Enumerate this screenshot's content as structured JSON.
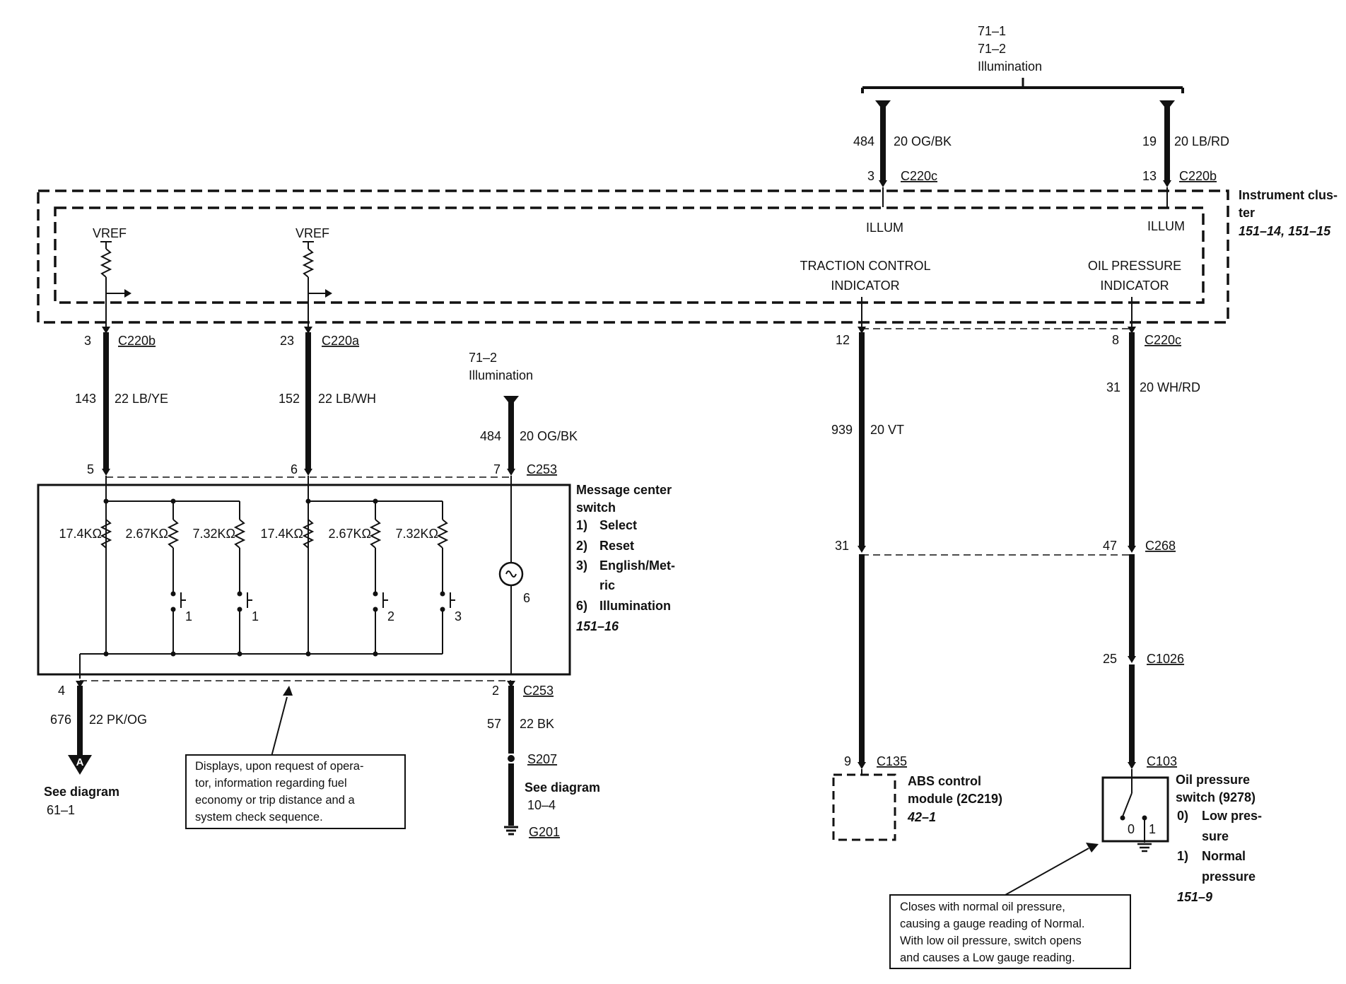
{
  "top_ref": {
    "line1": "71–1",
    "line2": "71–2",
    "line3": "Illumination"
  },
  "wires": {
    "w484_top": {
      "circuit": "484",
      "spec": "20 OG/BK",
      "pin": "3",
      "connector": "C220c"
    },
    "w19_top": {
      "circuit": "19",
      "spec": "20 LB/RD",
      "pin": "13",
      "connector": "C220b"
    },
    "w143": {
      "circuit": "143",
      "spec": "22 LB/YE",
      "pin_top": "3",
      "connector_top": "C220b",
      "pin_bottom": "5"
    },
    "w152": {
      "circuit": "152",
      "spec": "22 LB/WH",
      "pin_top": "23",
      "connector_top": "C220a",
      "pin_bottom": "6"
    },
    "w484_mid": {
      "circuit": "484",
      "spec": "20 OG/BK",
      "pin": "7",
      "connector": "C253",
      "ref1": "71–2",
      "ref2": "Illumination"
    },
    "w939": {
      "circuit": "939",
      "spec": "20 VT",
      "pin_top": "12",
      "pin_mid": "31",
      "pin_bottom": "9",
      "connector_bottom": "C135"
    },
    "w31": {
      "circuit": "31",
      "spec": "20 WH/RD",
      "pin_top": "8",
      "connector_top": "C220c",
      "pin_mid": "47",
      "connector_mid": "C268",
      "pin_low": "25",
      "connector_low": "C1026",
      "connector_bottom": "C103"
    },
    "w676": {
      "circuit": "676",
      "spec": "22 PK/OG",
      "pin": "4"
    },
    "w57": {
      "circuit": "57",
      "spec": "22 BK",
      "pin": "2",
      "connector": "C253",
      "splice": "S207",
      "ground": "G201"
    }
  },
  "cluster": {
    "title_l1": "Instrument clus-",
    "title_l2": "ter",
    "ref": "151–14, 151–15",
    "vref": "VREF",
    "illum": "ILLUM",
    "traction_l1": "TRACTION CONTROL",
    "traction_l2": "INDICATOR",
    "oil_l1": "OIL PRESSURE",
    "oil_l2": "INDICATOR"
  },
  "switch": {
    "title_l1": "Message center",
    "title_l2": "switch",
    "items": [
      {
        "num": "1)",
        "text": "Select"
      },
      {
        "num": "2)",
        "text": "Reset"
      },
      {
        "num": "3)",
        "text": "English/Met-"
      },
      {
        "num": "",
        "text": "ric"
      },
      {
        "num": "6)",
        "text": "Illumination"
      }
    ],
    "ref": "151–16",
    "resistors": [
      "17.4KΩ",
      "2.67KΩ",
      "7.32KΩ",
      "17.4KΩ",
      "2.67KΩ",
      "7.32KΩ"
    ],
    "button_nums": [
      "1",
      "1",
      "2",
      "3"
    ],
    "lamp_num": "6"
  },
  "see_61": {
    "l1": "See diagram",
    "l2": "61–1",
    "connector_letter": "A"
  },
  "see_10": {
    "l1": "See diagram",
    "l2": "10–4"
  },
  "abs": {
    "l1": "ABS control",
    "l2": "module (2C219)",
    "ref": "42–1"
  },
  "oil_switch": {
    "l1": "Oil pressure",
    "l2": "switch (9278)",
    "items": [
      {
        "num": "0)",
        "text": "Low pres-"
      },
      {
        "num": "",
        "text": "sure"
      },
      {
        "num": "1)",
        "text": "Normal"
      },
      {
        "num": "",
        "text": "pressure"
      }
    ],
    "ref": "151–9",
    "pos0": "0",
    "pos1": "1"
  },
  "note_msg": [
    "Displays, upon request of opera-",
    "tor, information regarding fuel",
    "economy or trip distance and a",
    "system check sequence."
  ],
  "note_oil": [
    "Closes with normal oil pressure,",
    "causing a gauge reading of Normal.",
    "With low oil pressure, switch opens",
    "and causes a Low gauge reading."
  ]
}
